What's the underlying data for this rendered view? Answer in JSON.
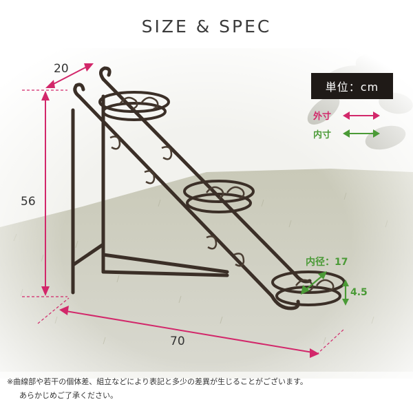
{
  "header": {
    "title": "SIZE & SPEC"
  },
  "unit": {
    "label": "単位：cm"
  },
  "legend": {
    "outer": "外寸",
    "inner": "内寸"
  },
  "dimensions": {
    "depth": "20",
    "height": "56",
    "width": "70",
    "pot_diameter": "内径：17",
    "pot_height": "4.5"
  },
  "notes": [
    "※曲線部や若干の個体差、組立などにより表記と多少の差異が生じることがございます。",
    "あらかじめご了承ください。"
  ],
  "colors": {
    "outer_dimension": "#d2276a",
    "inner_dimension": "#4a9a36",
    "badge_background": "#1f1a17",
    "frame": "#3b2f27"
  }
}
